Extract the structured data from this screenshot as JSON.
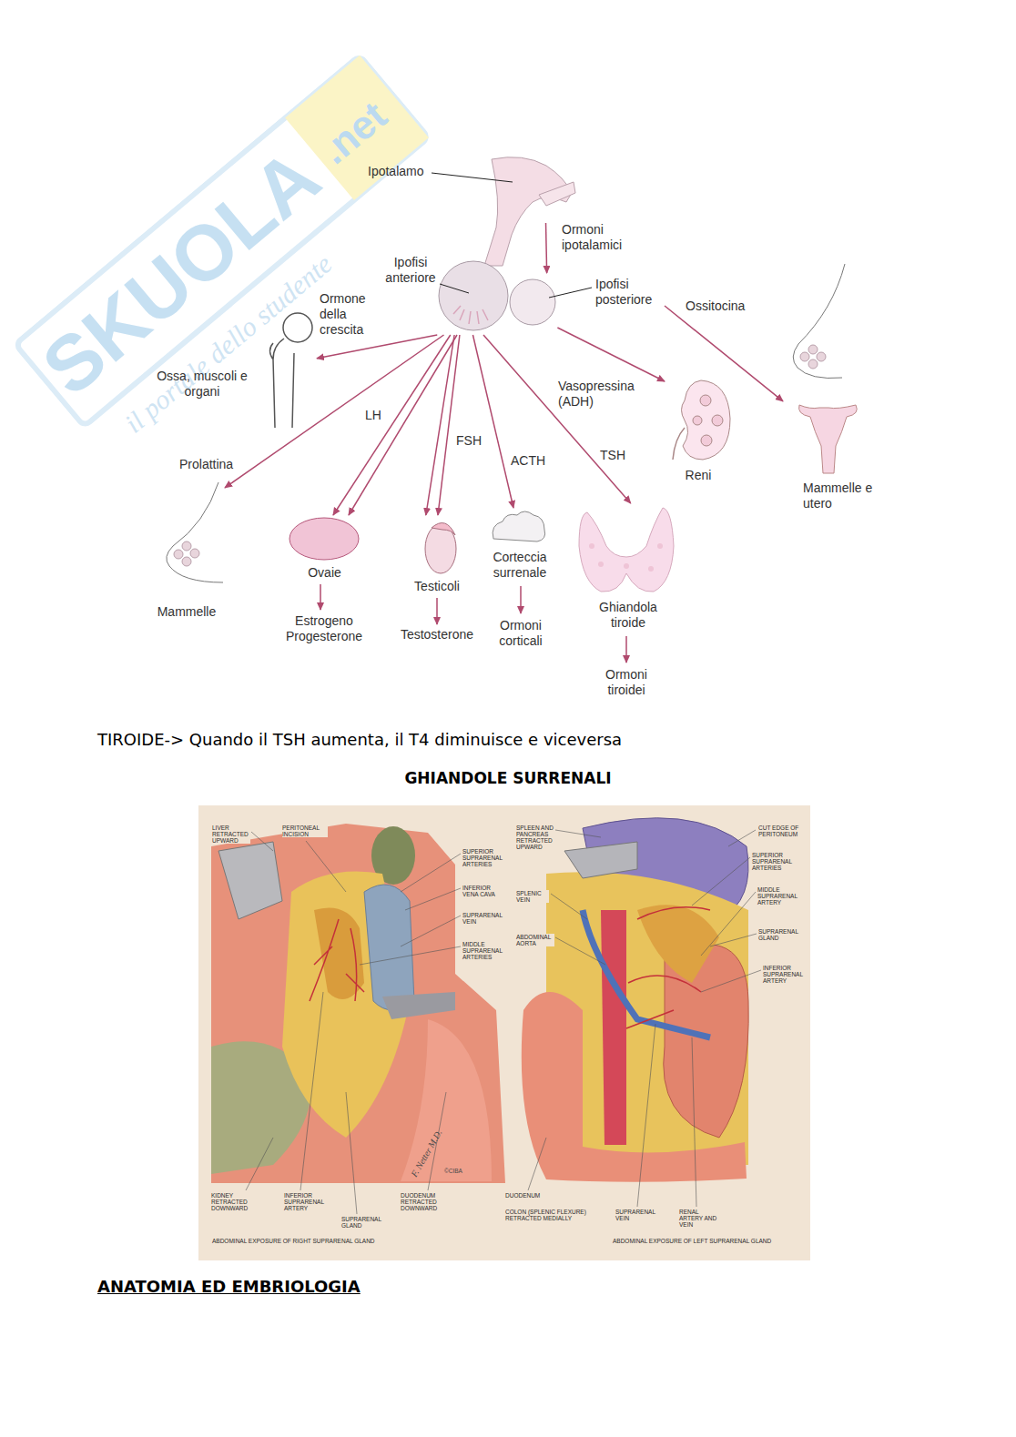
{
  "diagram": {
    "nodes": [
      {
        "text": [
          "Ipotalamo"
        ]
      },
      {
        "text": [
          "Ipofisi anteriore"
        ]
      },
      {
        "text": [
          "Ipofisi posteriore"
        ]
      },
      {
        "text": [
          "Ossa, muscoli e organi"
        ]
      },
      {
        "text": [
          "Mammelle"
        ]
      },
      {
        "text": [
          "Ovaie"
        ]
      },
      {
        "text": [
          "Testicoli"
        ]
      },
      {
        "text": [
          "Corteccia surrenale"
        ]
      },
      {
        "text": [
          "Ghiandola tiroide"
        ]
      },
      {
        "text": [
          "Reni"
        ]
      },
      {
        "text": [
          "Mammelle e utero"
        ]
      }
    ],
    "edges": [
      {
        "from": 0,
        "to": 2,
        "label": "Ormoni ipotalamici",
        "arrow": "to"
      },
      {
        "from": 1,
        "to": 3,
        "label": "Ormone della crescita",
        "arrow": "to"
      },
      {
        "from": 1,
        "to": 4,
        "label": "Prolattina",
        "arrow": "to"
      },
      {
        "from": 1,
        "to": 5,
        "label": "LH",
        "arrow": "to"
      },
      {
        "from": 1,
        "to": 6,
        "arrow": "to"
      },
      {
        "from": 1,
        "to": 6,
        "label": "FSH",
        "arrow": "to"
      },
      {
        "from": 1,
        "to": 5,
        "arrow": "to"
      },
      {
        "from": 1,
        "to": 7,
        "label": "ACTH",
        "arrow": "to"
      },
      {
        "from": 1,
        "to": 8,
        "label": "TSH",
        "arrow": "to"
      },
      {
        "from": 2,
        "to": 9,
        "label": "Vasopressina (ADH)",
        "arrow": "to"
      },
      {
        "from": 2,
        "to": 10,
        "label": "Ossitocina",
        "arrow": "to"
      }
    ],
    "labels": [
      "SKUOLA",
      ".net",
      "il portale dello studente",
      "Estrogeno Progesterone",
      "Testosterone",
      "Ormoni corticali",
      "Ormoni tiroidei",
      "TIROIDE-> Quando il TSH aumenta, il T4 diminuisce e viceversa",
      "GHIANDOLE SURRENALI",
      "LIVER RETRACTED UPWARD",
      "PERITONEAL INCISION",
      "SUPERIOR SUPRARENAL ARTERIES",
      "INFERIOR VENA CAVA",
      "SUPRARENAL VEIN",
      "MIDDLE SUPRARENAL ARTERIES",
      "KIDNEY RETRACTED DOWNWARD",
      "INFERIOR SUPRARENAL ARTERY",
      "SUPRARENAL GLAND",
      "DUODENUM RETRACTED DOWNWARD",
      "ABDOMINAL EXPOSURE OF RIGHT SUPRARENAL GLAND",
      "SPLEEN AND PANCREAS RETRACTED UPWARD",
      "SPLENIC VEIN",
      "ABDOMINAL AORTA",
      "CUT EDGE OF PERITONEUM",
      "SUPERIOR SUPRARENAL ARTERIES",
      "MIDDLE SUPRARENAL ARTERY",
      "SUPRARENAL GLAND",
      "INFERIOR SUPRARENAL ARTERY",
      "DUODENUM",
      "COLON (SPLENIC FLEXURE) RETRACTED MEDIALLY",
      "SUPRARENAL VEIN",
      "RENAL ARTERY AND VEIN",
      "ABDOMINAL EXPOSURE OF LEFT SUPRARENAL GLAND",
      "F. Netter M.D.",
      "©CIBA",
      "ANATOMIA ED EMBRIOLOGIA"
    ]
  }
}
